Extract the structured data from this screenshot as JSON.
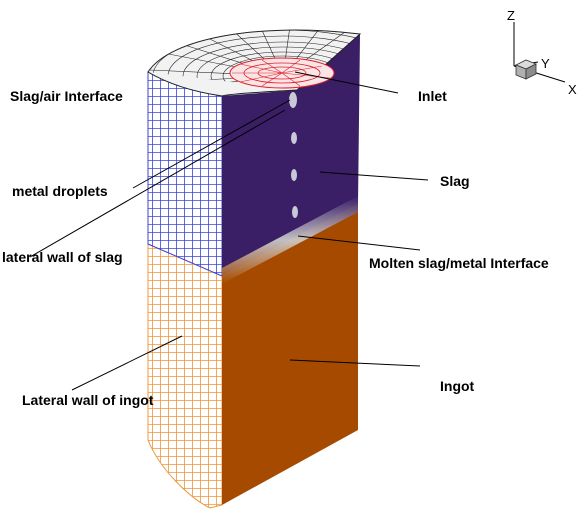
{
  "labels": {
    "slag_air_interface": "Slag/air Interface",
    "inlet": "Inlet",
    "metal_droplets": "metal droplets",
    "slag": "Slag",
    "lateral_wall_slag": "lateral wall of slag",
    "molten_interface": "Molten  slag/metal Interface",
    "ingot": "Ingot",
    "lateral_wall_ingot": "Lateral wall of ingot"
  },
  "axes": {
    "z": "Z",
    "y": "Y",
    "x": "X"
  },
  "colors": {
    "slag_face": "#3a1f66",
    "ingot_face": "#a64a00",
    "slag_mesh": "#3c44d8",
    "ingot_mesh": "#f0963a",
    "top_mesh": "#222222",
    "inlet_mesh": "#e0202a",
    "interface": "#c8c8c8"
  }
}
